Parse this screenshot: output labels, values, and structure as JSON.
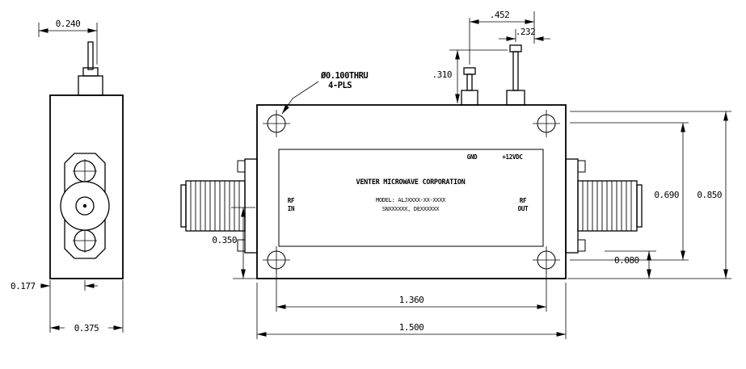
{
  "note": {
    "line1": "Ø0.100THRU",
    "line2": "4-PLS"
  },
  "label_plate": {
    "gnd": "GND",
    "vdc": "+12VDC",
    "company": "VENTER MICROWAVE CORPORATION",
    "model": "MODEL: ALJXXXX-XX-XXXX",
    "serial": "SNXXXXXX, DEXXXXXX",
    "rf_in": {
      "line1": "RF",
      "line2": "IN"
    },
    "rf_out": {
      "line1": "RF",
      "line2": "OUT"
    }
  },
  "dims": {
    "pin_width": "0.240",
    "offset_left": "0.177",
    "end_width": "0.375",
    "pin_span": ".452",
    "pin_offset": ".232",
    "pin_height": ".310",
    "hole_span_v": "0.690",
    "body_height": "0.850",
    "edge_margin": "0.080",
    "center_height": "0.350",
    "hole_span_h": "1.360",
    "body_width": "1.500"
  },
  "colors": {
    "line": "#000000",
    "background": "#ffffff"
  }
}
